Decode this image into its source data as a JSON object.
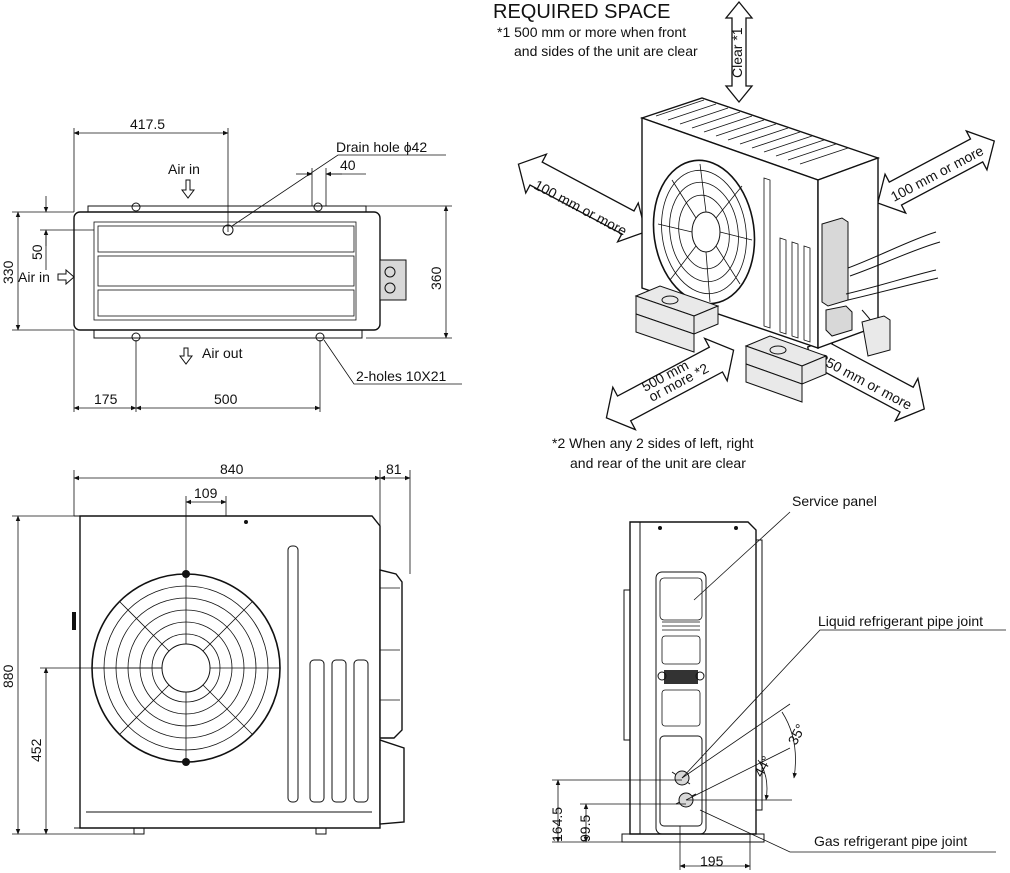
{
  "required_space": {
    "title": "REQUIRED SPACE",
    "note1_line1": "*1 500 mm or more when front",
    "note1_line2": "and sides of the unit are clear",
    "clear": "Clear *1",
    "left": "100 mm or more",
    "right": "100 mm or more",
    "front_line1": "500 mm",
    "front_line2": "or more *2",
    "rear": "350 mm or more",
    "note2_line1": "*2 When any 2 sides of left, right",
    "note2_line2": "and rear of the unit are clear"
  },
  "top_view": {
    "dim_417_5": "417.5",
    "drain_hole": "Drain hole ϕ42",
    "dim_40": "40",
    "air_in_top": "Air in",
    "air_in_left": "Air in",
    "air_out": "Air out",
    "dim_330": "330",
    "dim_50": "50",
    "dim_360": "360",
    "holes": "2-holes 10X21",
    "dim_175": "175",
    "dim_500": "500"
  },
  "front_view": {
    "dim_840": "840",
    "dim_81": "81",
    "dim_109": "109",
    "dim_880": "880",
    "dim_452": "452"
  },
  "side_view": {
    "service_panel": "Service panel",
    "liquid_joint": "Liquid refrigerant pipe joint",
    "gas_joint": "Gas refrigerant pipe joint",
    "angle_35": "35°",
    "angle_44": "44°",
    "dim_164_5": "164.5",
    "dim_99_5": "99.5",
    "dim_195": "195"
  }
}
